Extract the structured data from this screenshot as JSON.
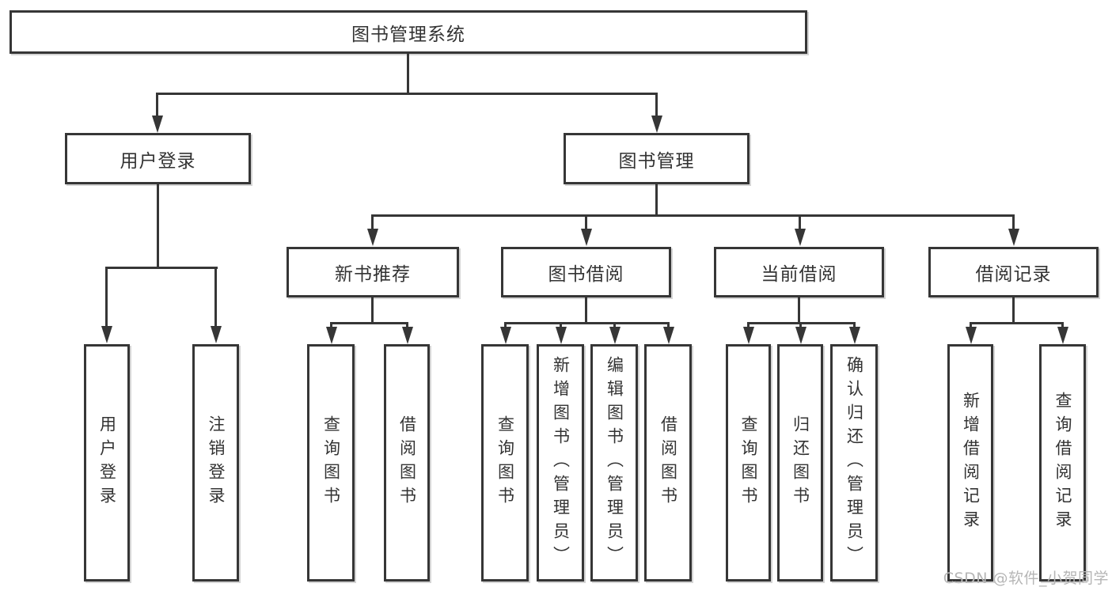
{
  "diagram": {
    "title": "图书管理系统",
    "branches": [
      {
        "label": "用户登录",
        "children": [
          "用户登录",
          "注销登录"
        ]
      },
      {
        "label": "图书管理",
        "sections": [
          {
            "label": "新书推荐",
            "children": [
              "查询图书",
              "借阅图书"
            ]
          },
          {
            "label": "图书借阅",
            "children": [
              "查询图书",
              "新增图书（管理员）",
              "编辑图书（管理员）",
              "借阅图书"
            ]
          },
          {
            "label": "当前借阅",
            "children": [
              "查询图书",
              "归还图书",
              "确认归还（管理员）"
            ]
          },
          {
            "label": "借阅记录",
            "children": [
              "新增借阅记录",
              "查询借阅记录"
            ]
          }
        ]
      }
    ]
  },
  "watermark": "CSDN @软件_小贺同学",
  "colors": {
    "line": "#363636",
    "text": "#333333",
    "watermark": "#b6b6b6",
    "background": "#ffffff"
  }
}
